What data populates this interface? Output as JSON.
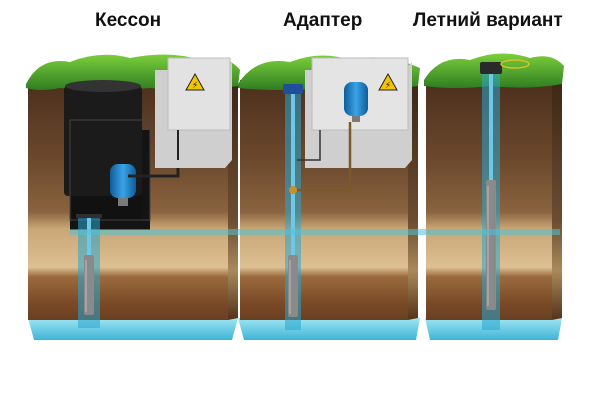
{
  "titles": {
    "caisson": "Кессон",
    "adapter": "Адаптер",
    "summer": "Летний вариант"
  },
  "colors": {
    "grass": "#3f9a2a",
    "topsoil": "#5a3a22",
    "clay": "#7a5436",
    "sand": "#d9b98a",
    "aquifer": "#7fd3e6",
    "pipe": "#2c9ad0",
    "tank": "#1f7fc4",
    "caisson": "#1b1b1b",
    "concrete": "#d7d7d7"
  }
}
